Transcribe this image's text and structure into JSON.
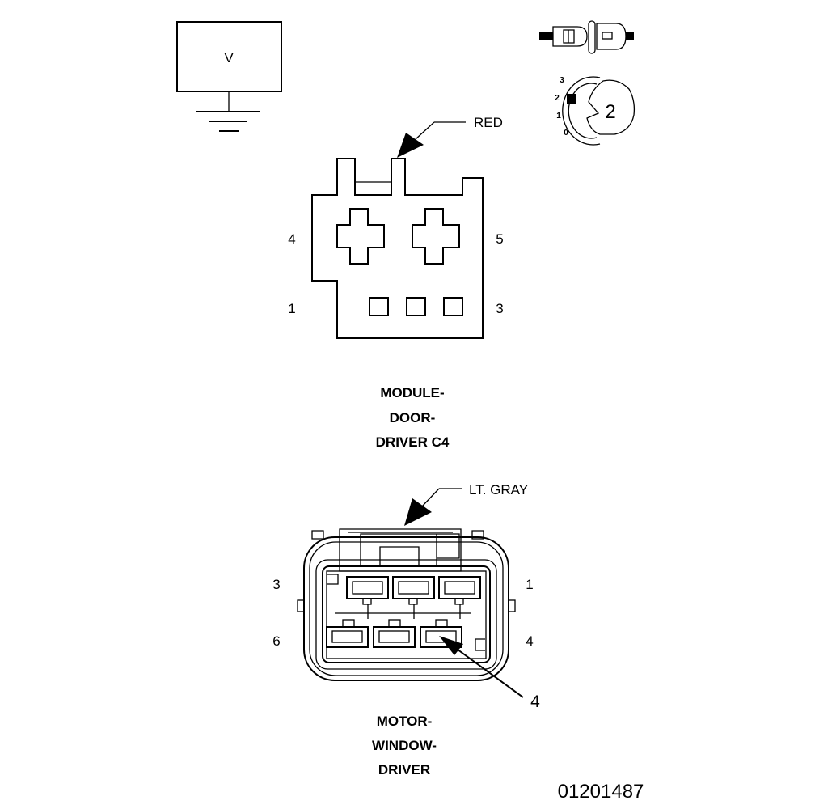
{
  "voltmeter": {
    "symbol": "V"
  },
  "probe": {
    "scale": [
      "3",
      "2",
      "1",
      "0"
    ],
    "setting": "2"
  },
  "connector_c4": {
    "color_label": "RED",
    "pins": {
      "top_left": "4",
      "top_right": "5",
      "bottom_left": "1",
      "bottom_right": "3"
    },
    "name_lines": [
      "MODULE-",
      "DOOR-",
      "DRIVER C4"
    ]
  },
  "connector_motor": {
    "color_label": "LT. GRAY",
    "pins": {
      "top_left": "3",
      "top_right": "1",
      "bottom_left": "6",
      "bottom_right": "4"
    },
    "callout": "4",
    "name_lines": [
      "MOTOR-",
      "WINDOW-",
      "DRIVER"
    ]
  },
  "figure_id": "01201487"
}
